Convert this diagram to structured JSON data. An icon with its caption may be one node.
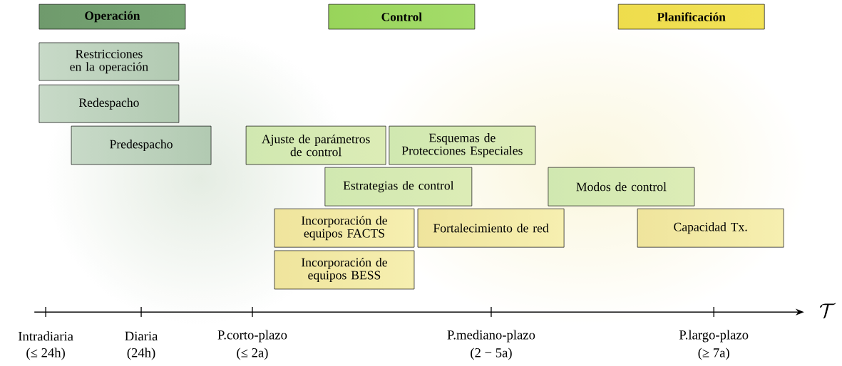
{
  "diagram": {
    "nodes": [
      {
        "text": [
          "Operación"
        ]
      },
      {
        "text": [
          "Control"
        ]
      },
      {
        "text": [
          "Planificación"
        ]
      },
      {
        "text": [
          "Restricciones en la operación"
        ]
      },
      {
        "text": [
          "Redespacho"
        ]
      },
      {
        "text": [
          "Predespacho"
        ]
      },
      {
        "text": [
          "Ajuste de parámetros de control"
        ]
      },
      {
        "text": [
          "Esquemas de Protecciones Especiales"
        ]
      },
      {
        "text": [
          "Estrategias de control"
        ]
      },
      {
        "text": [
          "Modos de control"
        ]
      },
      {
        "text": [
          "Incorporación de equipos FACTS"
        ]
      },
      {
        "text": [
          "Fortalecimiento de red"
        ]
      },
      {
        "text": [
          "Capacidad Tx."
        ]
      },
      {
        "text": [
          "Incorporación de equipos BESS"
        ]
      }
    ],
    "labels": [
      "\\mathcal{T}",
      "Intradiaria",
      "(≤ 24h)",
      "Diaria",
      "(24h)",
      "P.corto-plazo",
      "(≤ 2a)",
      "P.mediano-plazo",
      "(2 − 5a)",
      "P.largo-plazo",
      "(≥ 7a)"
    ]
  }
}
